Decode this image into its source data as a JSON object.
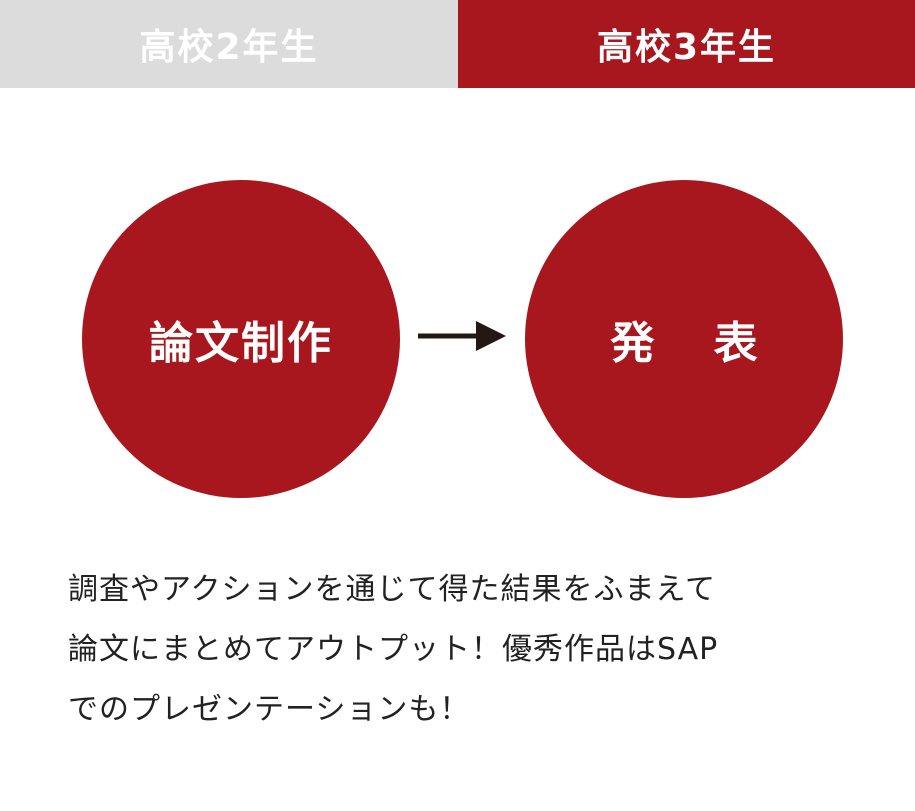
{
  "tabs": {
    "left_label": "高校2年生",
    "right_label": "高校3年生",
    "left_color": "#dcdcdc",
    "right_color": "#a8171e"
  },
  "steps": {
    "first": "論文制作",
    "second": "発 表",
    "circle_color": "#a8171e"
  },
  "description": {
    "lines": [
      "調査やアクションを通じて得た結果をふまえて",
      "論文にまとめてアウトプット！優秀作品はSAP",
      "でのプレゼンテーションも！"
    ]
  }
}
